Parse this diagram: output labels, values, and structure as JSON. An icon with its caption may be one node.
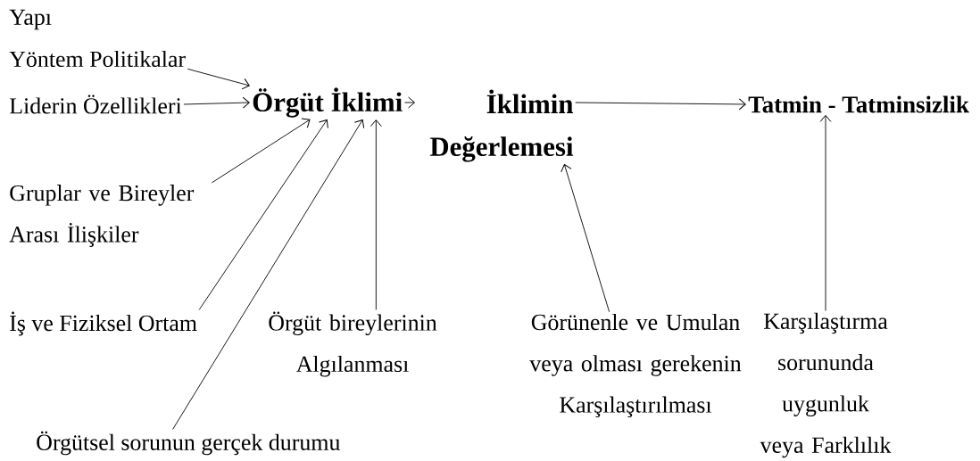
{
  "diagram": {
    "nodes": [
      {
        "text": [
          "Yapı"
        ]
      },
      {
        "text": [
          "Yöntem Politikalar"
        ]
      },
      {
        "text": [
          "Liderin Özellikleri"
        ]
      },
      {
        "text": [
          "Örgüt İklimi"
        ]
      },
      {
        "text": [
          "İklimin Değerlemesi"
        ]
      },
      {
        "text": [
          "Tatmin - Tatminsizlik"
        ]
      },
      {
        "text": [
          "Gruplar ve Bireyler Arası İlişkiler"
        ]
      },
      {
        "text": [
          "İş ve Fiziksel Ortam"
        ]
      },
      {
        "text": [
          "Örgüt bireylerinin Algılanması"
        ]
      },
      {
        "text": [
          "Görünenle ve Umulan veya olması gerekenin Karşılaştırılması"
        ]
      },
      {
        "text": [
          "Karşılaştırma sorununda uygunluk veya Farklılık"
        ]
      },
      {
        "text": [
          "Örgütsel sorunun gerçek durumu"
        ]
      }
    ],
    "edges": [
      {
        "from": 1,
        "to": 3,
        "arrow": "to"
      },
      {
        "from": 2,
        "to": 3,
        "arrow": "to"
      },
      {
        "from": 3,
        "to": 4,
        "arrow": "to"
      },
      {
        "from": 4,
        "to": 5,
        "arrow": "to"
      },
      {
        "from": 6,
        "to": 3,
        "arrow": "to"
      },
      {
        "from": 7,
        "to": 3,
        "arrow": "to"
      },
      {
        "from": 11,
        "to": 3,
        "arrow": "to"
      },
      {
        "from": 8,
        "to": 3,
        "arrow": "to"
      },
      {
        "from": 9,
        "to": 4,
        "arrow": "to"
      },
      {
        "from": 10,
        "to": 5,
        "arrow": "to"
      }
    ]
  }
}
